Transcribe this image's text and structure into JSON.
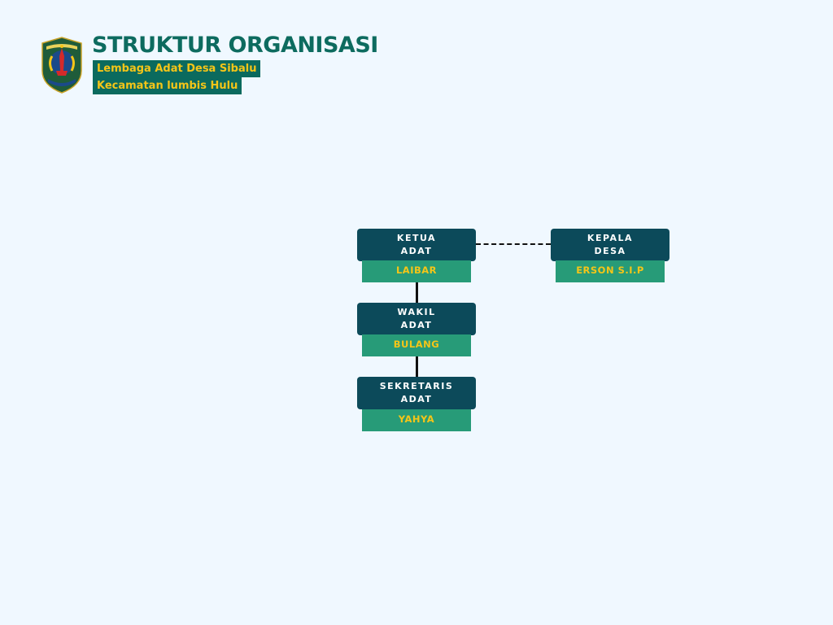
{
  "header": {
    "title": "STRUKTUR ORGANISASI",
    "subtitle_1": "Lembaga Adat Desa Sibalu",
    "subtitle_2": "Kecamatan lumbis Hulu"
  },
  "chart": {
    "nodes": [
      {
        "role_line1": "KETUA",
        "role_line2": "ADAT",
        "name": "LAIBAR"
      },
      {
        "role_line1": "KEPALA",
        "role_line2": "DESA",
        "name": "ERSON S.I.P"
      },
      {
        "role_line1": "WAKIL",
        "role_line2": "ADAT",
        "name": "BULANG"
      },
      {
        "role_line1": "SEKRETARIS",
        "role_line2": "ADAT",
        "name": "YAHYA"
      }
    ]
  },
  "colors": {
    "background": "#f0f8ff",
    "title": "#0d6b5f",
    "role_box": "#0c4a5a",
    "name_box": "#279b78",
    "name_text": "#f5c518"
  },
  "icons": {
    "logo": "regency-crest-icon"
  }
}
